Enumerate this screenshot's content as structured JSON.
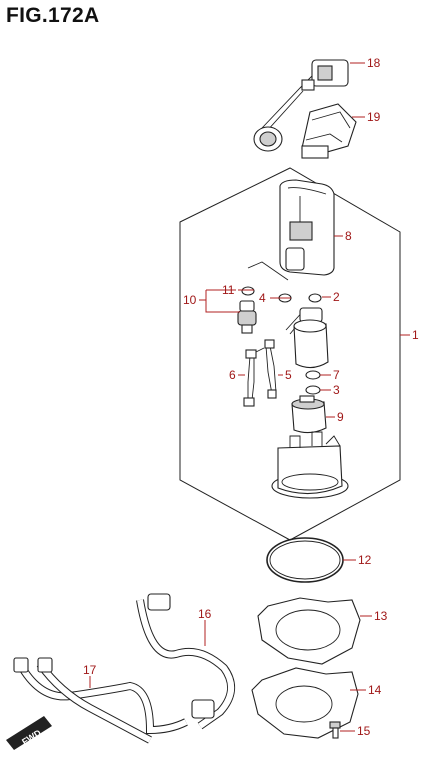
{
  "figure": {
    "title": "FIG.172A"
  },
  "callouts": [
    {
      "id": "1",
      "label": "1"
    },
    {
      "id": "2",
      "label": "2"
    },
    {
      "id": "3",
      "label": "3"
    },
    {
      "id": "4",
      "label": "4"
    },
    {
      "id": "5",
      "label": "5"
    },
    {
      "id": "6",
      "label": "6"
    },
    {
      "id": "7",
      "label": "7"
    },
    {
      "id": "8",
      "label": "8"
    },
    {
      "id": "9",
      "label": "9"
    },
    {
      "id": "10",
      "label": "10"
    },
    {
      "id": "11",
      "label": "11"
    },
    {
      "id": "12",
      "label": "12"
    },
    {
      "id": "13",
      "label": "13"
    },
    {
      "id": "14",
      "label": "14"
    },
    {
      "id": "15",
      "label": "15"
    },
    {
      "id": "16",
      "label": "16"
    },
    {
      "id": "17",
      "label": "17"
    },
    {
      "id": "18",
      "label": "18"
    },
    {
      "id": "19",
      "label": "19"
    }
  ],
  "direction_badge": {
    "label": "FWD"
  }
}
